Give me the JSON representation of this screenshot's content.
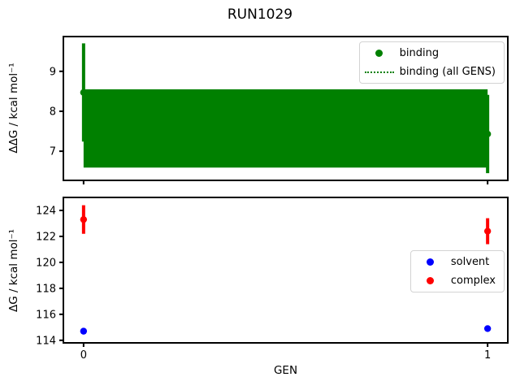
{
  "title": "RUN1029",
  "xlabel": "GEN",
  "colors": {
    "binding": "#008000",
    "solvent": "#0000ff",
    "complex": "#ff0000",
    "axes": "#000000",
    "legend_border": "#d3d3d3"
  },
  "chart_data": [
    {
      "type": "scatter",
      "panel": "binding",
      "title": "",
      "ylabel": "ΔΔG / kcal mol⁻¹",
      "xlim": [
        -0.05,
        1.05
      ],
      "ylim": [
        6.27,
        9.87
      ],
      "yticks": [
        7,
        8,
        9
      ],
      "xticks": [
        0,
        1
      ],
      "xtick_labels": [
        "0",
        "1"
      ],
      "show_xtick_labels": false,
      "grid": false,
      "band": {
        "name": "binding (all GENS)",
        "color": "#008000",
        "x": [
          0,
          1
        ],
        "low": 6.59,
        "high": 8.55,
        "mean": 7.57,
        "line_style": "dotted"
      },
      "series": [
        {
          "name": "binding",
          "color": "#008000",
          "marker": "circle",
          "x": [
            0,
            1
          ],
          "y": [
            8.47,
            7.43
          ],
          "yerr": [
            1.23,
            0.98
          ]
        }
      ],
      "legend": {
        "position": "upper-right",
        "entries": [
          {
            "label": "binding",
            "swatch": "dot",
            "color": "#008000"
          },
          {
            "label": "binding (all GENS)",
            "swatch": "dotted-line",
            "color": "#008000"
          }
        ]
      }
    },
    {
      "type": "scatter",
      "panel": "dG",
      "title": "",
      "ylabel": "ΔG / kcal mol⁻¹",
      "xlim": [
        -0.05,
        1.05
      ],
      "ylim": [
        113.8,
        125.0
      ],
      "yticks": [
        114,
        116,
        118,
        120,
        122,
        124
      ],
      "xticks": [
        0,
        1
      ],
      "xtick_labels": [
        "0",
        "1"
      ],
      "show_xtick_labels": true,
      "grid": false,
      "series": [
        {
          "name": "solvent",
          "color": "#0000ff",
          "marker": "circle",
          "x": [
            0,
            1
          ],
          "y": [
            114.7,
            114.9
          ],
          "yerr": [
            0.15,
            0.15
          ]
        },
        {
          "name": "complex",
          "color": "#ff0000",
          "marker": "circle",
          "x": [
            0,
            1
          ],
          "y": [
            123.3,
            122.4
          ],
          "yerr": [
            1.1,
            1.0
          ]
        }
      ],
      "legend": {
        "position": "center-right",
        "entries": [
          {
            "label": "solvent",
            "swatch": "dot",
            "color": "#0000ff"
          },
          {
            "label": "complex",
            "swatch": "dot",
            "color": "#ff0000"
          }
        ]
      }
    }
  ]
}
